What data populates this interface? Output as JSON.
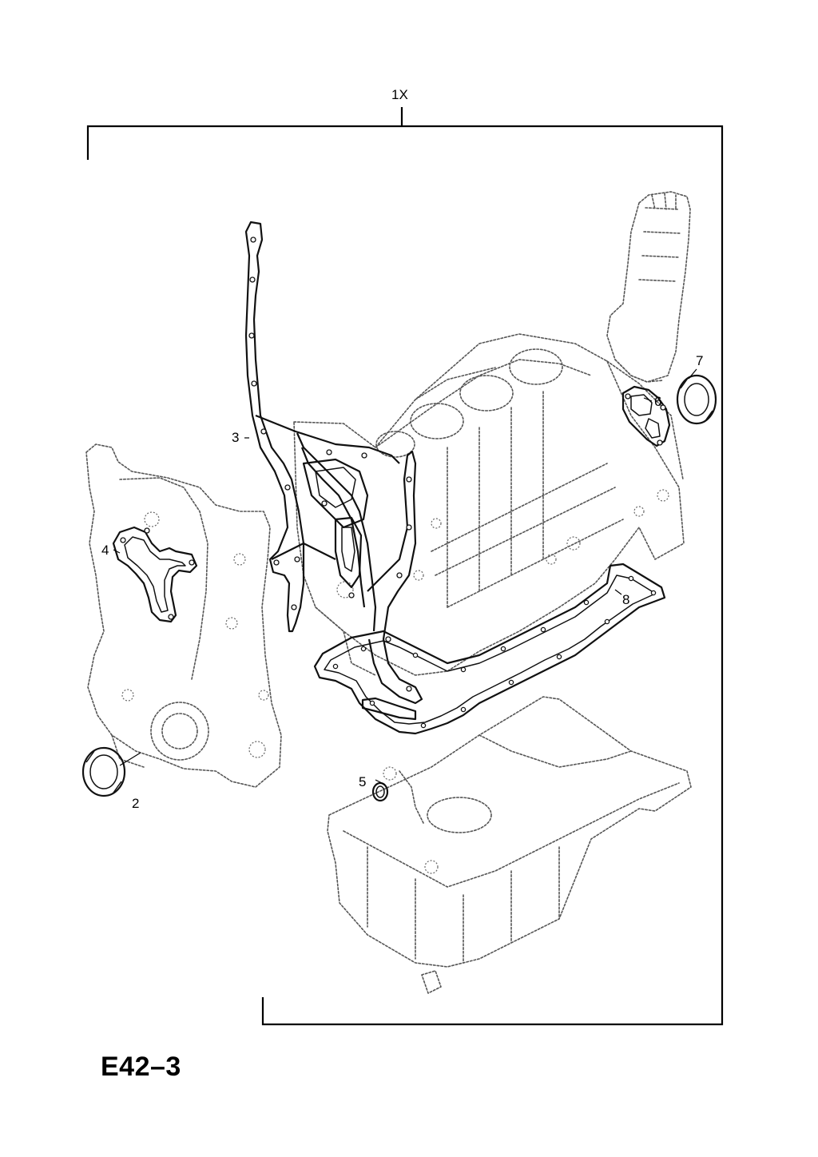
{
  "diagram": {
    "page_code": "E42–3",
    "callouts": {
      "kit": "1X",
      "item_2": "2",
      "item_3": "3",
      "item_4": "4",
      "item_5": "5",
      "item_6": "6",
      "item_7": "7",
      "item_8": "8"
    }
  }
}
